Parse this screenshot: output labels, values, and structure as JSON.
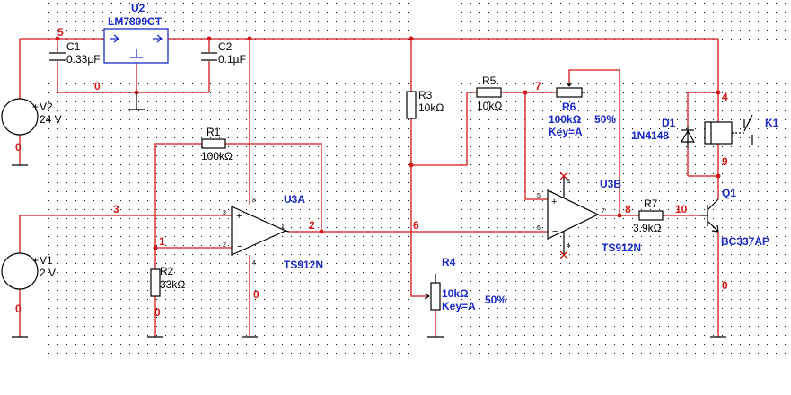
{
  "components": {
    "u2": {
      "ref": "U2",
      "part": "LM7809CT"
    },
    "c1": {
      "ref": "C1",
      "value": "0.33µF"
    },
    "c2": {
      "ref": "C2",
      "value": "0.1µF"
    },
    "v2": {
      "ref": "V2",
      "value": "24 V",
      "plus": "+"
    },
    "v1": {
      "ref": "V1",
      "value": "2 V",
      "plus": "+"
    },
    "r1": {
      "ref": "R1",
      "value": "100kΩ"
    },
    "r2": {
      "ref": "R2",
      "value": "33kΩ"
    },
    "r3": {
      "ref": "R3",
      "value": "10kΩ"
    },
    "r4": {
      "ref": "R4",
      "value": "10kΩ",
      "key": "Key=A",
      "percent": "50%"
    },
    "r5": {
      "ref": "R5",
      "value": "10kΩ"
    },
    "r6": {
      "ref": "R6",
      "value": "100kΩ",
      "percent": "50%",
      "key": "Key=A"
    },
    "r7": {
      "ref": "R7",
      "value": "3.9kΩ"
    },
    "u3a": {
      "ref": "U3A",
      "part": "TS912N"
    },
    "u3b": {
      "ref": "U3B",
      "part": "TS912N"
    },
    "d1": {
      "ref": "D1",
      "part": "1N4148"
    },
    "k1": {
      "ref": "K1"
    },
    "q1": {
      "ref": "Q1",
      "part": "BC337AP"
    }
  },
  "nets": {
    "n5": "5",
    "n0a": "0",
    "n0b": "0",
    "n0c": "0",
    "n0d": "0",
    "n0e": "0",
    "n0f": "0",
    "n3": "3",
    "n1": "1",
    "n2": "2",
    "n6": "6",
    "n7": "7",
    "n8": "8",
    "n10": "10",
    "n4": "4",
    "n9": "9"
  },
  "pins": {
    "u3a_plus": "3",
    "u3a_minus": "2",
    "u3a_out": "1",
    "u3a_vcc": "8",
    "u3a_gnd": "4",
    "u3b_plus": "5",
    "u3b_minus": "6",
    "u3b_out": "7",
    "u3b_vcc": "8",
    "u3b_gnd": "4"
  },
  "colors": {
    "wire": "#d01818",
    "label": "#1a2ac8",
    "grid_dot": "#000000"
  }
}
